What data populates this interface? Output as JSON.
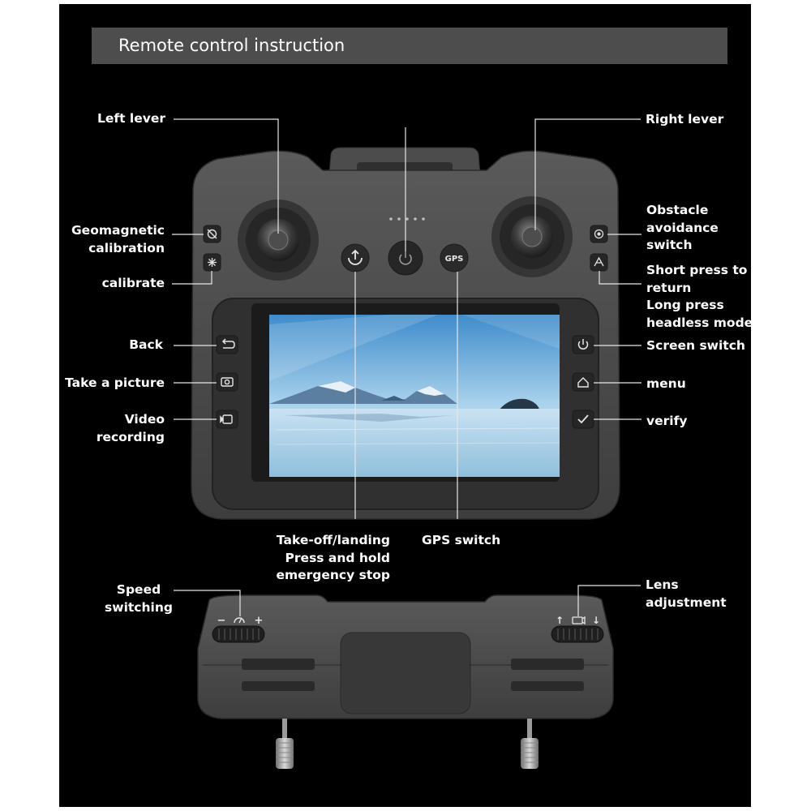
{
  "title": "Remote control instruction",
  "screen_colors": {
    "sky_top": "#3f8ccb",
    "sky_mid": "#a9d2ec",
    "water": "#8fbfdc",
    "body": "#4a4a4a"
  },
  "labels": {
    "left_lever": "Left lever",
    "right_lever": "Right lever",
    "geomagnetic": [
      "Geomagnetic",
      "calibration"
    ],
    "calibrate": "calibrate",
    "obstacle": [
      "Obstacle",
      "avoidance",
      "switch"
    ],
    "return": [
      "Short press to",
      "return",
      "Long press",
      "headless mode"
    ],
    "back": "Back",
    "take_picture": "Take a picture",
    "video": [
      "Video",
      "recording"
    ],
    "screen_switch": "Screen switch",
    "menu": "menu",
    "verify": "verify",
    "takeoff": [
      "Take-off/landing",
      "Press and hold",
      "emergency stop"
    ],
    "gps_switch": "GPS switch",
    "speed": [
      "Speed",
      "switching"
    ],
    "lens": [
      "Lens",
      "adjustment"
    ]
  },
  "buttons": {
    "gps": "GPS",
    "speed_minus": "−",
    "speed_plus": "+",
    "lens_up": "↑",
    "lens_down": "↓"
  },
  "icons": {
    "geomagnetic": "compass-slash-icon",
    "calibrate": "sparkle-icon",
    "obstacle": "radar-icon",
    "return": "return-home-icon",
    "back": "back-arrow-icon",
    "take_picture": "camera-icon",
    "video": "video-icon",
    "screen_switch": "power-icon",
    "menu": "home-icon",
    "verify": "check-icon",
    "takeoff": "takeoff-icon",
    "power": "power-icon",
    "speed": "speedometer-icon",
    "lens": "lens-icon"
  }
}
